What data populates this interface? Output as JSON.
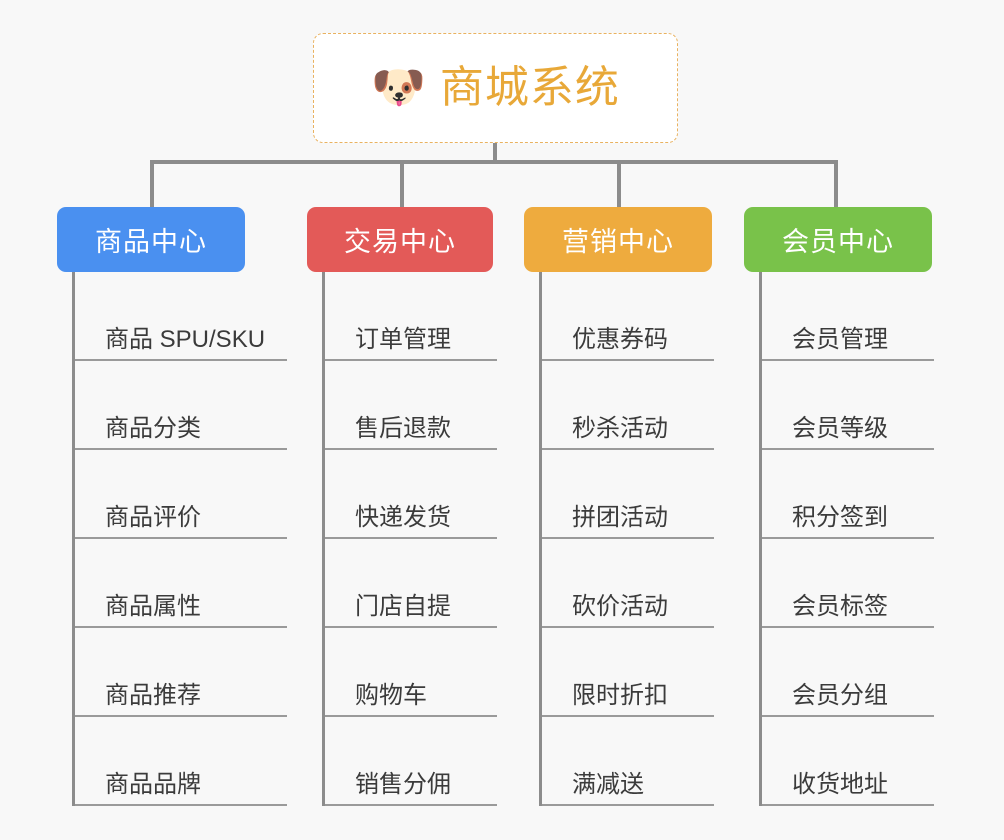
{
  "page": {
    "background_color": "#f8f8f8",
    "type": "mindmap"
  },
  "root": {
    "icon": "dog-face-emoji",
    "emoji": "🐶",
    "title": "商城系统",
    "text_color": "#e8a838",
    "border_color": "#e9b260",
    "background_color": "#ffffff"
  },
  "connector": {
    "color": "#8c8c8c"
  },
  "branches": [
    {
      "id": "product-center",
      "label": "商品中心",
      "color": "#4a90f0",
      "items": [
        {
          "label": "商品 SPU/SKU"
        },
        {
          "label": "商品分类"
        },
        {
          "label": "商品评价"
        },
        {
          "label": "商品属性"
        },
        {
          "label": "商品推荐"
        },
        {
          "label": "商品品牌"
        }
      ]
    },
    {
      "id": "trade-center",
      "label": "交易中心",
      "color": "#e35a58",
      "items": [
        {
          "label": "订单管理"
        },
        {
          "label": "售后退款"
        },
        {
          "label": "快递发货"
        },
        {
          "label": "门店自提"
        },
        {
          "label": "购物车"
        },
        {
          "label": "销售分佣"
        }
      ]
    },
    {
      "id": "marketing-center",
      "label": "营销中心",
      "color": "#eeab3e",
      "items": [
        {
          "label": "优惠券码"
        },
        {
          "label": "秒杀活动"
        },
        {
          "label": "拼团活动"
        },
        {
          "label": "砍价活动"
        },
        {
          "label": "限时折扣"
        },
        {
          "label": "满减送"
        }
      ]
    },
    {
      "id": "member-center",
      "label": "会员中心",
      "color": "#79c24a",
      "items": [
        {
          "label": "会员管理"
        },
        {
          "label": "会员等级"
        },
        {
          "label": "积分签到"
        },
        {
          "label": "会员标签"
        },
        {
          "label": "会员分组"
        },
        {
          "label": "收货地址"
        }
      ]
    }
  ]
}
